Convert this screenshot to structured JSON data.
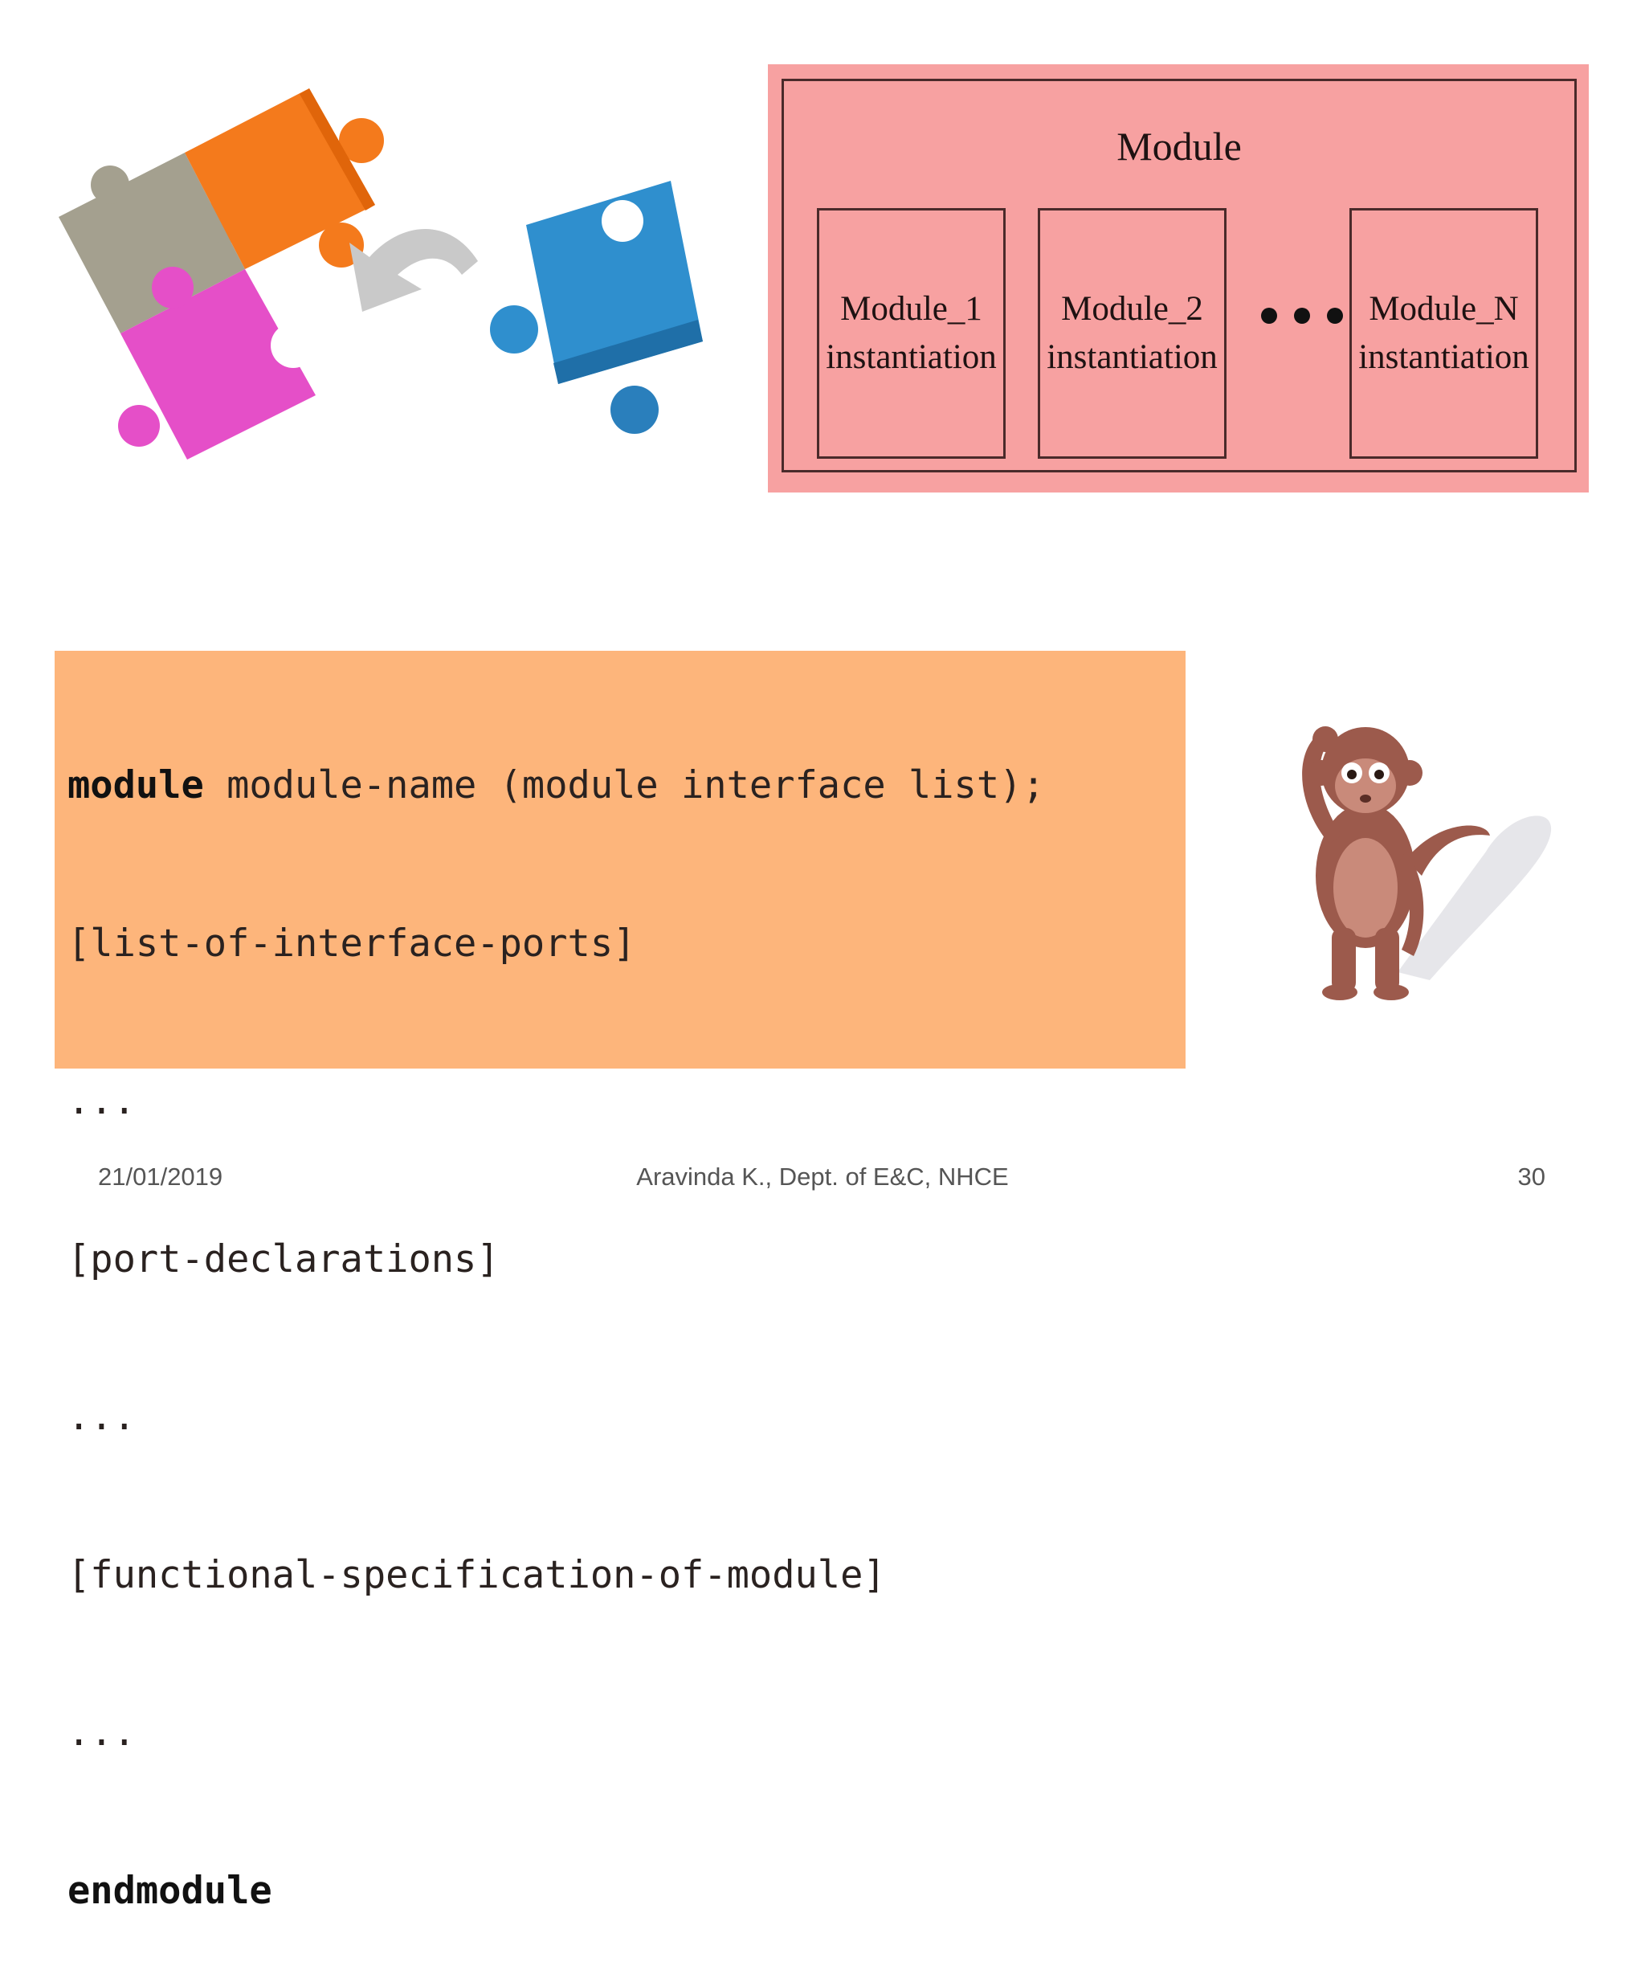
{
  "diagram": {
    "title": "Module",
    "instances": [
      {
        "name": "Module_1",
        "sub": "instantiation"
      },
      {
        "name": "Module_2",
        "sub": "instantiation"
      },
      {
        "name": "Module_N",
        "sub": "instantiation"
      }
    ],
    "background_color": "#f7a1a1"
  },
  "code": {
    "keyword_module": "module",
    "header_rest": " module-name (module interface list);",
    "lines": [
      "[list-of-interface-ports]",
      "...",
      "[port-declarations]",
      "...",
      "[functional-specification-of-module]",
      "..."
    ],
    "keyword_end": "endmodule",
    "background_color": "#fdb57b"
  },
  "illustrations": {
    "puzzle": "puzzle-pieces-icon",
    "monkey": "confused-monkey-icon"
  },
  "footer": {
    "date": "21/01/2019",
    "author": "Aravinda K., Dept. of E&C, NHCE",
    "page": "30"
  }
}
